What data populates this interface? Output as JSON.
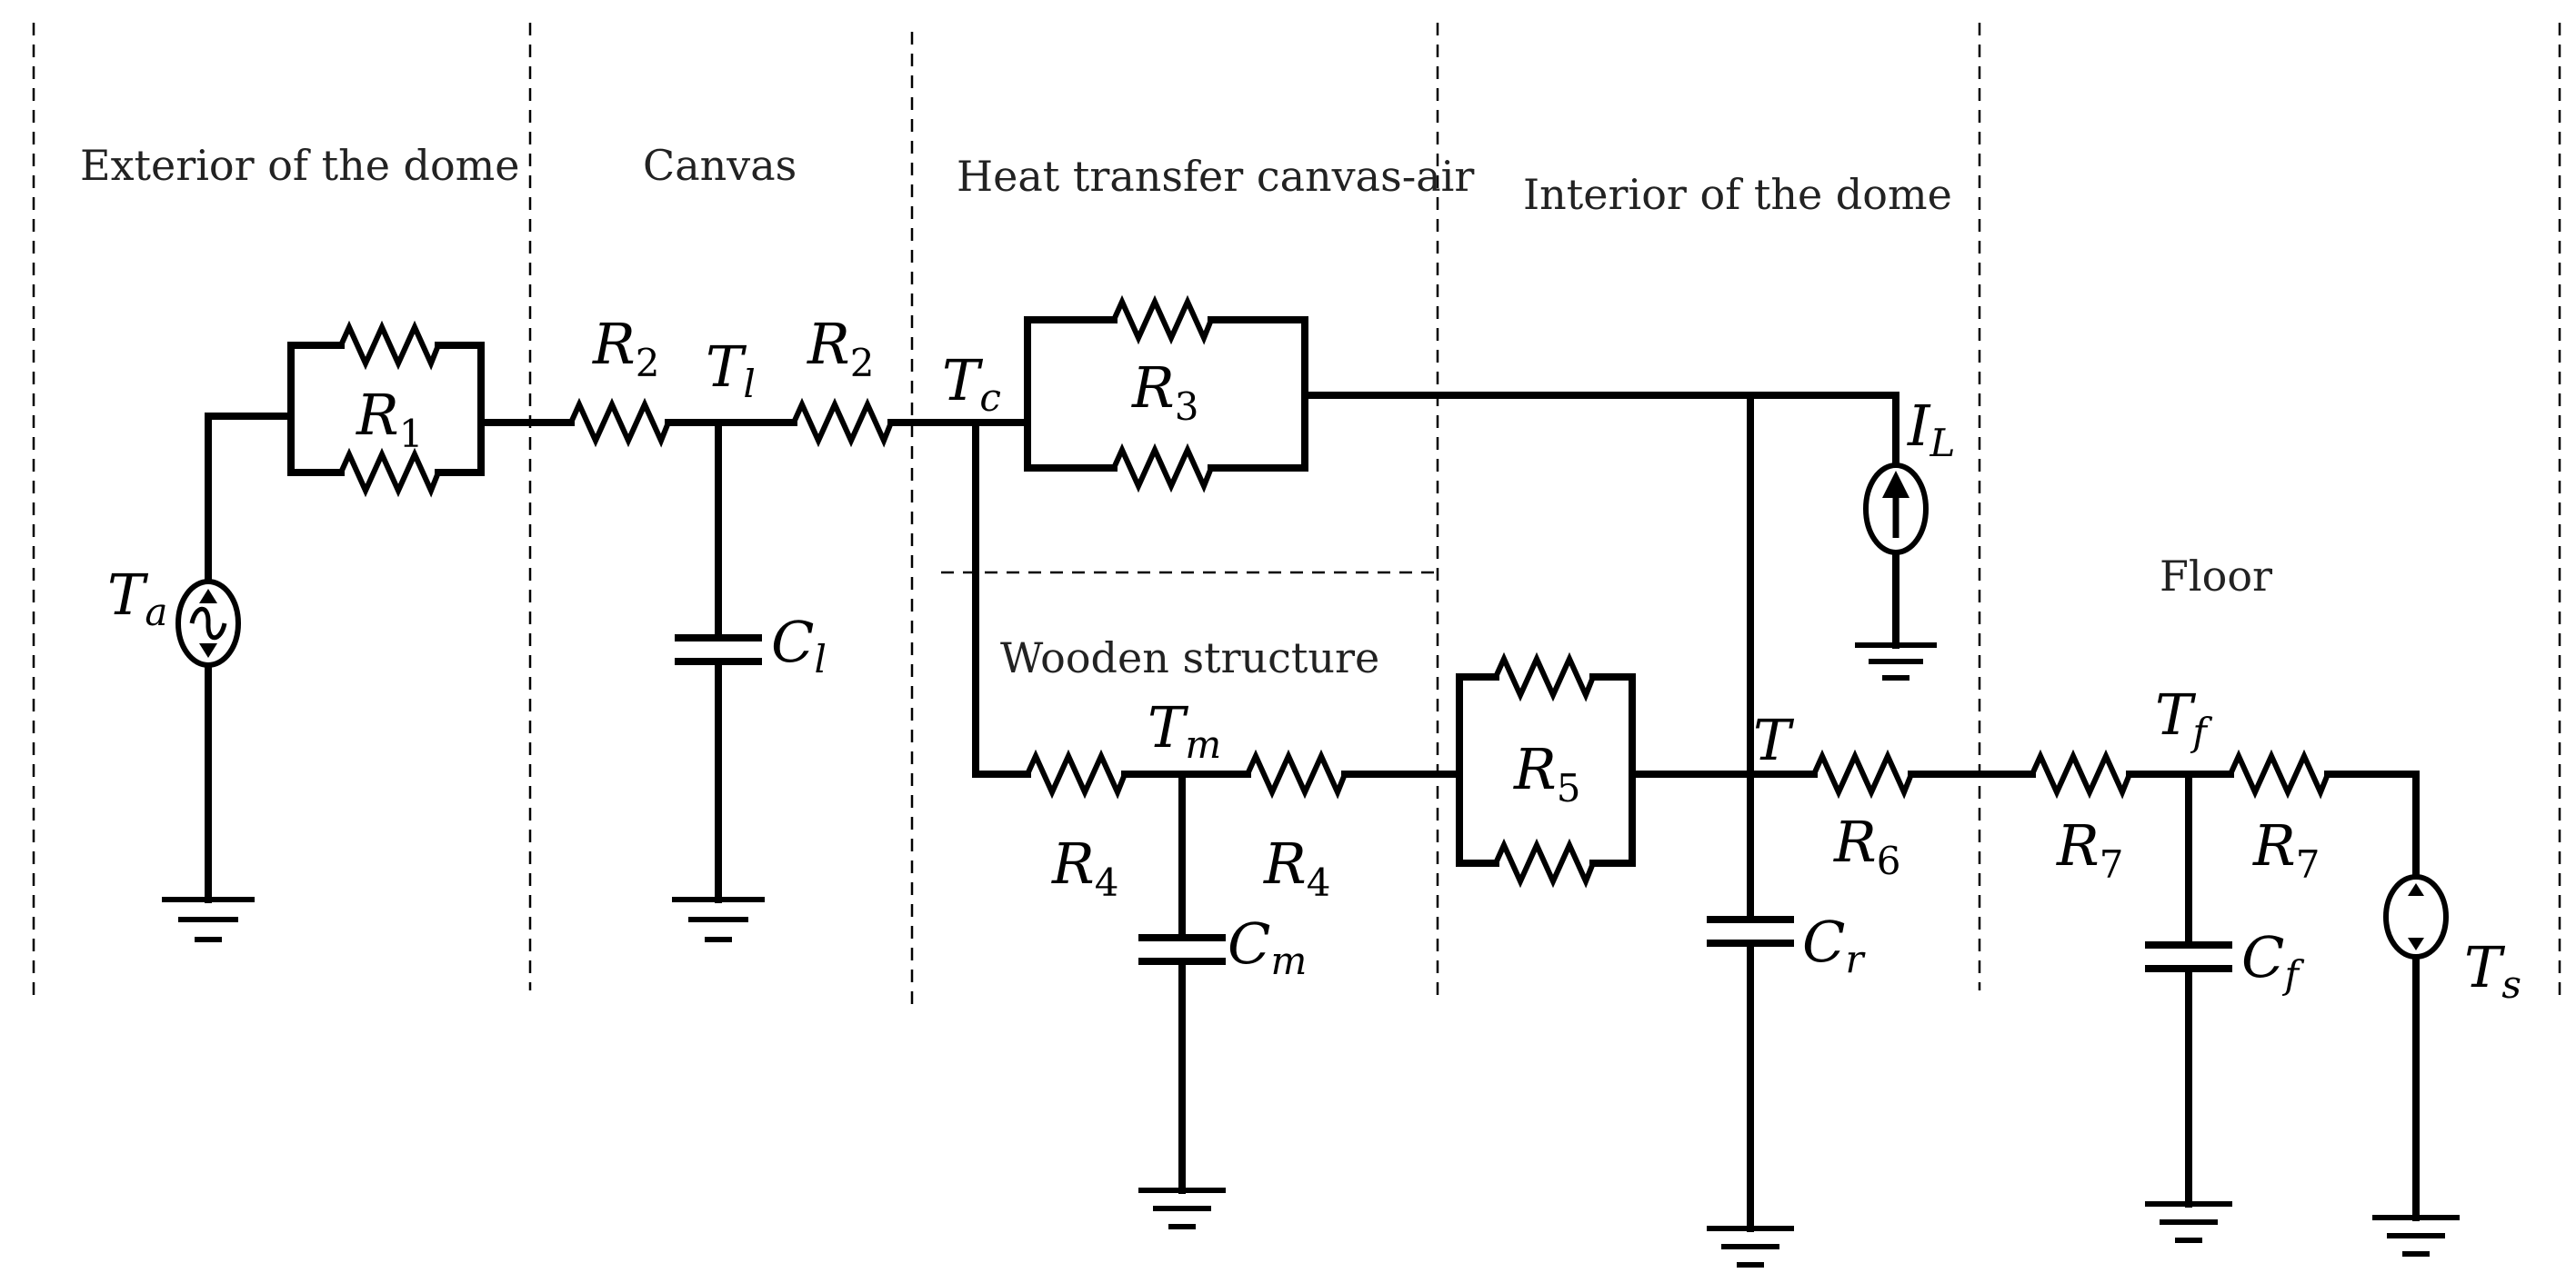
{
  "regions": {
    "exterior": "Exterior of the dome",
    "canvas": "Canvas",
    "heat_transfer": "Heat transfer canvas-air",
    "interior": "Interior of the dome",
    "wooden": "Wooden structure",
    "floor": "Floor"
  },
  "labels": {
    "R1": {
      "sym": "R",
      "sub": "1"
    },
    "R2a": {
      "sym": "R",
      "sub": "2"
    },
    "R2b": {
      "sym": "R",
      "sub": "2"
    },
    "R3": {
      "sym": "R",
      "sub": "3"
    },
    "R4a": {
      "sym": "R",
      "sub": "4"
    },
    "R4b": {
      "sym": "R",
      "sub": "4"
    },
    "R5": {
      "sym": "R",
      "sub": "5"
    },
    "R6": {
      "sym": "R",
      "sub": "6"
    },
    "R7a": {
      "sym": "R",
      "sub": "7"
    },
    "R7b": {
      "sym": "R",
      "sub": "7"
    },
    "Ta": {
      "sym": "T",
      "sub": "a"
    },
    "Tl": {
      "sym": "T",
      "sub": "l"
    },
    "Tc": {
      "sym": "T",
      "sub": "c"
    },
    "Tm": {
      "sym": "T",
      "sub": "m"
    },
    "T": {
      "sym": "T",
      "sub": ""
    },
    "Tf": {
      "sym": "T",
      "sub": "f"
    },
    "Ts": {
      "sym": "T",
      "sub": "s"
    },
    "IL": {
      "sym": "I",
      "sub": "L"
    },
    "Cl": {
      "sym": "C",
      "sub": "l"
    },
    "Cm": {
      "sym": "C",
      "sub": "m"
    },
    "Cr": {
      "sym": "C",
      "sub": "r"
    },
    "Cf": {
      "sym": "C",
      "sub": "f"
    }
  }
}
